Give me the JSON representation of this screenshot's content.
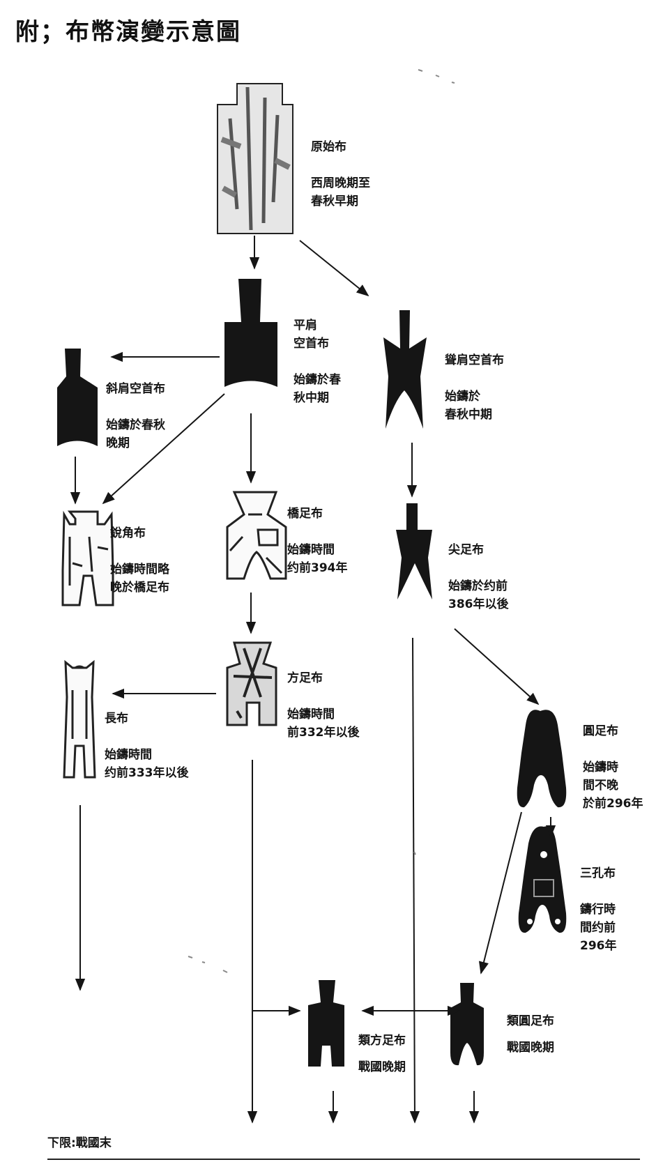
{
  "title": "附；布幣演變示意圖",
  "colors": {
    "ink": "#151515",
    "paper": "#ffffff",
    "sketch": "#444444"
  },
  "nodes": {
    "yuanshi": {
      "name": "原始布",
      "date": [
        "西周晚期至",
        "春秋早期"
      ]
    },
    "pingjian": {
      "name": [
        "平肩",
        "空首布"
      ],
      "date": [
        "始鑄於春",
        "秋中期"
      ]
    },
    "songjian": {
      "name": "聳肩空首布",
      "date": [
        "始鑄於",
        "春秋中期"
      ]
    },
    "xiejian": {
      "name": "斜肩空首布",
      "date": [
        "始鑄於春秋",
        "晚期"
      ]
    },
    "ruijiao": {
      "name": "銳角布",
      "date": [
        "始鑄時間略",
        "晚於橋足布"
      ]
    },
    "qiaozu": {
      "name": "橋足布",
      "date": [
        "始鑄時間",
        "约前394年"
      ]
    },
    "jianzu": {
      "name": "尖足布",
      "date": [
        "始鑄於约前",
        "386年以後"
      ]
    },
    "fangzu": {
      "name": "方足布",
      "date": [
        "始鑄時間",
        "前332年以後"
      ]
    },
    "changbu": {
      "name": "長布",
      "date": [
        "始鑄時間",
        "约前333年以後"
      ]
    },
    "yuanzu": {
      "name": "圓足布",
      "date": [
        "始鑄時",
        "間不晚",
        "於前296年"
      ]
    },
    "sankong": {
      "name": "三孔布",
      "date": [
        "鑄行時",
        "間约前",
        "296年"
      ]
    },
    "leifang": {
      "name": "類方足布",
      "date": "戰國晚期"
    },
    "leiyuan": {
      "name": "類圓足布",
      "date": "戰國晚期"
    }
  },
  "footer": "下限:戰國末"
}
